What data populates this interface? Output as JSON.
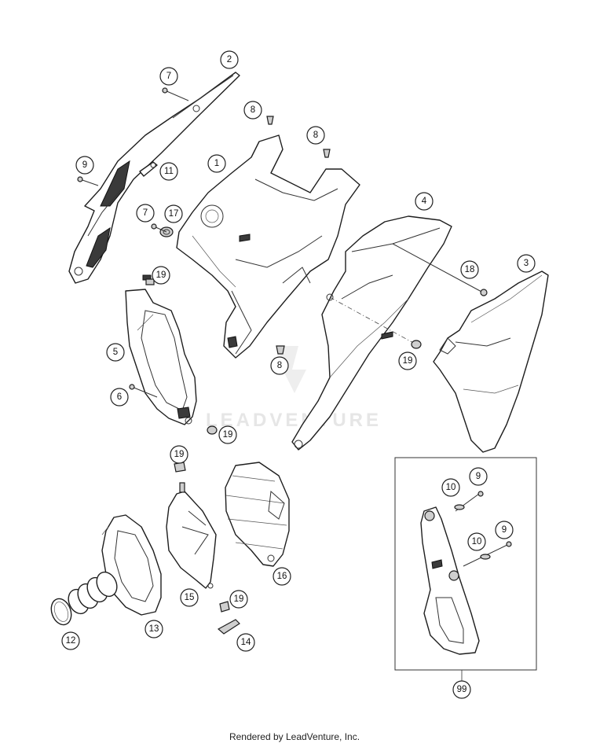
{
  "watermark": "LEADVENTURE",
  "footer": "Rendered by LeadVenture, Inc.",
  "callouts": {
    "c1": "1",
    "c2": "2",
    "c3": "3",
    "c4": "4",
    "c5": "5",
    "c6": "6",
    "c7a": "7",
    "c7b": "7",
    "c8a": "8",
    "c8b": "8",
    "c8c": "8",
    "c9a": "9",
    "c9b": "9",
    "c9c": "9",
    "c10a": "10",
    "c10b": "10",
    "c11": "11",
    "c12": "12",
    "c13": "13",
    "c14": "14",
    "c15": "15",
    "c16": "16",
    "c17": "17",
    "c18": "18",
    "c19a": "19",
    "c19b": "19",
    "c19c": "19",
    "c19d": "19",
    "c19e": "19",
    "c99": "99"
  }
}
